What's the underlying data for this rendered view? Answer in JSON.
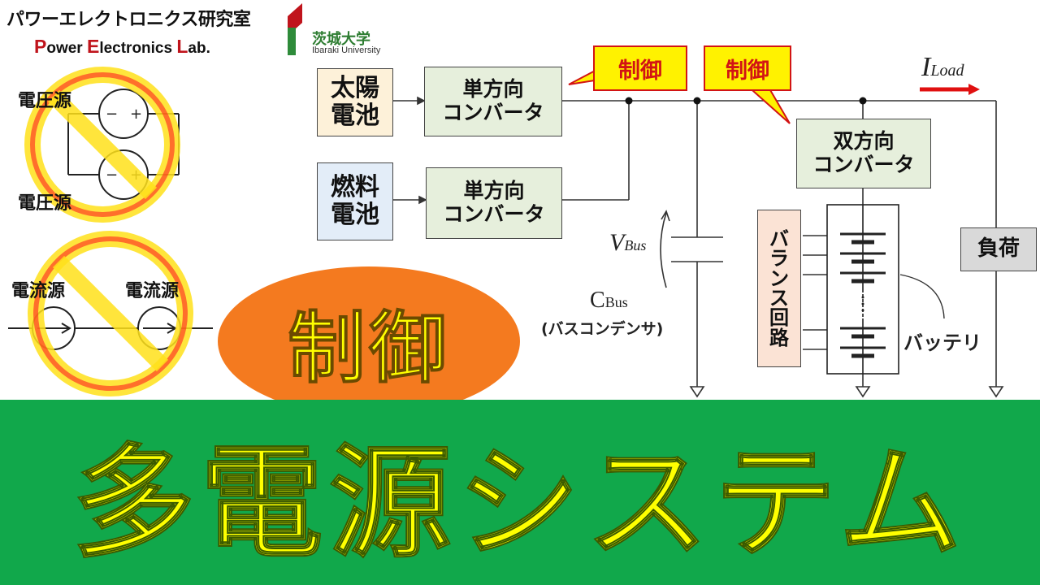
{
  "lab": {
    "name_jp": "パワーエレクトロニクス研究室",
    "name_en_p": "P",
    "name_en_1": "ower ",
    "name_en_e": "E",
    "name_en_2": "lectronics ",
    "name_en_l": "L",
    "name_en_3": "ab."
  },
  "university": {
    "name_jp": "茨城大学",
    "name_en": "Ibaraki University"
  },
  "left_examples": {
    "voltage_source_top": "電圧源",
    "voltage_source_bottom": "電圧源",
    "current_source_left": "電流源",
    "current_source_right": "電流源"
  },
  "blocks": {
    "solar": "太陽\n電池",
    "fuel": "燃料\n電池",
    "uni_conv_1": "単方向\nコンバータ",
    "uni_conv_2": "単方向\nコンバータ",
    "bi_conv": "双方向\nコンバータ",
    "balance": "バ\nラ\nン\nス\n回\n路",
    "load": "負荷"
  },
  "callouts": {
    "left": "制御",
    "right": "制御"
  },
  "labels": {
    "i_load_main": "I",
    "i_load_sub": "Load",
    "v_bus_main": "V",
    "v_bus_sub": "Bus",
    "c_bus_main": "C",
    "c_bus_sub": "Bus",
    "c_bus_desc": "(バスコンデンサ)",
    "battery": "バッテリ"
  },
  "emphasis": {
    "control": "制御"
  },
  "banner": {
    "title": "多電源システム"
  },
  "colors": {
    "solar_fill": "#fdf1d9",
    "fuel_fill": "#e3edf8",
    "converter_fill": "#e6efdc",
    "balance_fill": "#fbe3d5",
    "load_fill": "#d9d9d9",
    "prohibit_red": "#ff2020",
    "prohibit_yellow": "#ffe11a",
    "oval_orange": "#f47a1f",
    "banner_green": "#11a84b",
    "banner_text": "#ffff00",
    "arrow_red": "#e01010"
  }
}
